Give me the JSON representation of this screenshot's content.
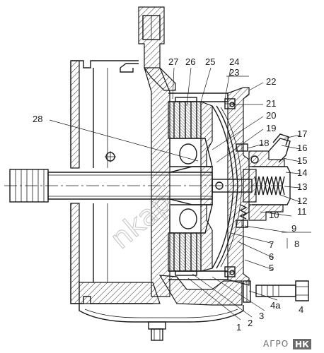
{
  "figure": {
    "callouts": [
      "1",
      "2",
      "3",
      "4",
      "4а",
      "5",
      "6",
      "7",
      "8",
      "9",
      "10",
      "11",
      "12",
      "13",
      "14",
      "15",
      "16",
      "17",
      "18",
      "19",
      "20",
      "21",
      "22",
      "23",
      "24",
      "25",
      "26",
      "27",
      "28"
    ],
    "watermark": "nkap",
    "logo": {
      "left_text": "АГРО",
      "box_text": "НК"
    }
  }
}
